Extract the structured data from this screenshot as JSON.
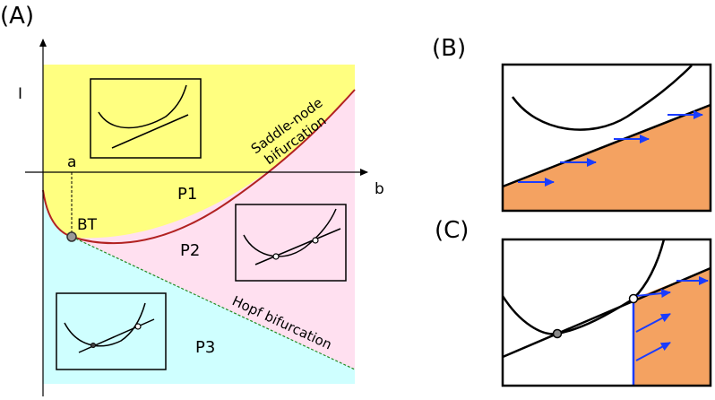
{
  "panels": {
    "a": {
      "label": "(A)"
    },
    "b": {
      "label": "(B)"
    },
    "c": {
      "label": "(C)"
    }
  },
  "axes": {
    "y_label": "I",
    "x_label": "b",
    "a_label": "a"
  },
  "regions": {
    "p1": "P1",
    "p2": "P2",
    "p3": "P3"
  },
  "points": {
    "bt": "BT"
  },
  "curves": {
    "saddle_node_line1": "Saddle-node",
    "saddle_node_line2": "bifurcation",
    "hopf": "Hopf bifurcation"
  },
  "colors": {
    "p1_region": "#ffff80",
    "p2_region": "#ffe0f0",
    "p3_region": "#cfffff",
    "saddle_node_curve": "#b22222",
    "hopf_curve": "#228b22",
    "basin_fill": "#f4a261",
    "flow_arrows": "#1a3cff"
  }
}
